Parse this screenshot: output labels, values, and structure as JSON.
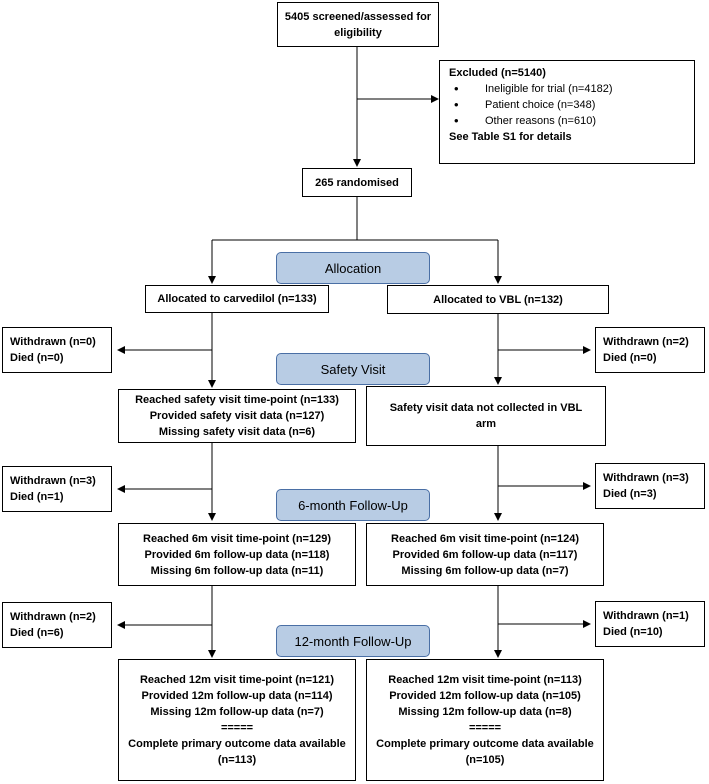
{
  "screened": {
    "line1": "5405 screened/assessed for",
    "line2": "eligibility"
  },
  "excluded": {
    "title": "Excluded (n=5140)",
    "items": [
      "Ineligible for trial (n=4182)",
      "Patient choice (n=348)",
      "Other reasons (n=610)"
    ],
    "note": "See Table S1 for details"
  },
  "randomised": "265 randomised",
  "stages": {
    "allocation": "Allocation",
    "safety": "Safety Visit",
    "six_month": "6-month Follow-Up",
    "twelve_month": "12-month Follow-Up"
  },
  "carvedilol": {
    "allocated": "Allocated to carvedilol (n=133)",
    "withdrawn_safety": {
      "withdrawn": "Withdrawn (n=0)",
      "died": "Died (n=0)"
    },
    "safety_box": [
      "Reached safety visit time-point (n=133)",
      "Provided safety visit data (n=127)",
      "Missing safety visit data (n=6)"
    ],
    "withdrawn_6m": {
      "withdrawn": "Withdrawn (n=3)",
      "died": "Died (n=1)"
    },
    "six_month_box": [
      "Reached 6m visit time-point (n=129)",
      "Provided 6m follow-up data (n=118)",
      "Missing 6m follow-up data (n=11)"
    ],
    "withdrawn_12m": {
      "withdrawn": "Withdrawn (n=2)",
      "died": "Died (n=6)"
    },
    "twelve_month_box": [
      "Reached 12m visit time-point (n=121)",
      "Provided 12m follow-up data (n=114)",
      "Missing 12m follow-up data (n=7)",
      "=====",
      "Complete primary outcome data available",
      "(n=113)"
    ]
  },
  "vbl": {
    "allocated": "Allocated to VBL (n=132)",
    "withdrawn_safety": {
      "withdrawn": "Withdrawn (n=2)",
      "died": "Died (n=0)"
    },
    "safety_box": [
      "Safety visit data not collected in VBL",
      "arm"
    ],
    "withdrawn_6m": {
      "withdrawn": "Withdrawn (n=3)",
      "died": "Died (n=3)"
    },
    "six_month_box": [
      "Reached 6m visit time-point (n=124)",
      "Provided 6m follow-up data (n=117)",
      "Missing 6m follow-up data (n=7)"
    ],
    "withdrawn_12m": {
      "withdrawn": "Withdrawn (n=1)",
      "died": "Died (n=10)"
    },
    "twelve_month_box": [
      "Reached 12m visit time-point (n=113)",
      "Provided 12m follow-up data (n=105)",
      "Missing 12m follow-up data (n=8)",
      "=====",
      "Complete primary outcome data available",
      "(n=105)"
    ]
  }
}
